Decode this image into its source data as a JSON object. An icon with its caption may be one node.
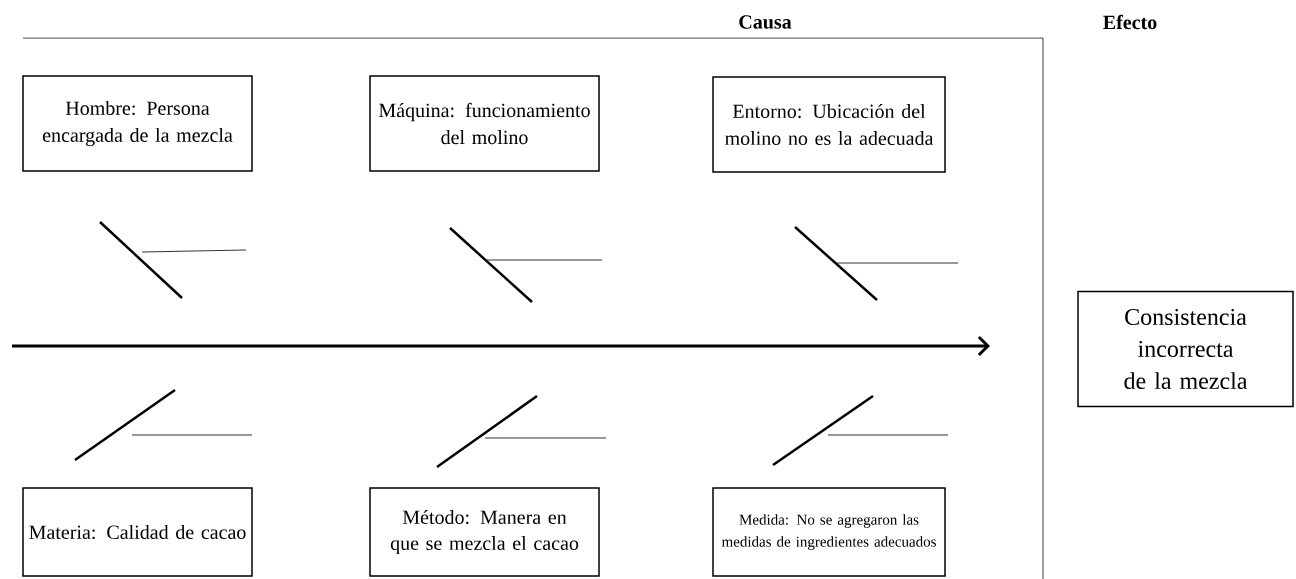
{
  "diagram": {
    "nodes": [
      {
        "text": [
          "Hombre: Persona encargada de la mezcla"
        ]
      },
      {
        "text": [
          "Máquina: funcionamiento del molino"
        ]
      },
      {
        "text": [
          "Entorno: Ubicación del molino no es la adecuada"
        ]
      },
      {
        "text": [
          "Materia: Calidad de cacao"
        ]
      },
      {
        "text": [
          "Método: Manera en que se mezcla el cacao"
        ]
      },
      {
        "text": [
          "Medida: No se agregaron las medidas de ingredientes adecuados"
        ]
      },
      {
        "text": [
          "Consistencia incorrecta de la mezcla"
        ]
      }
    ],
    "labels": [
      "Causa",
      "Efecto"
    ]
  }
}
